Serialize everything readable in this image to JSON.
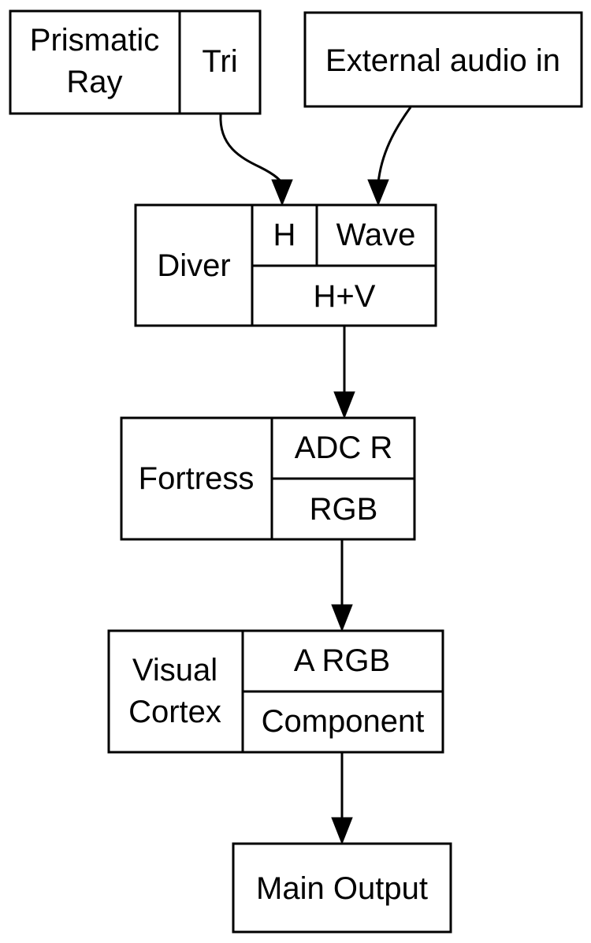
{
  "nodes": {
    "prismatic_ray": {
      "name_lines": [
        "Prismatic",
        "Ray"
      ],
      "port_tri": "Tri"
    },
    "external_audio": {
      "label": "External audio in"
    },
    "diver": {
      "name": "Diver",
      "port_h": "H",
      "port_wave": "Wave",
      "port_hv": "H+V"
    },
    "fortress": {
      "name": "Fortress",
      "port_adc_r": "ADC R",
      "port_rgb": "RGB"
    },
    "visual_cortex": {
      "name_lines": [
        "Visual",
        "Cortex"
      ],
      "port_a_rgb": "A RGB",
      "port_component": "Component"
    },
    "main_output": {
      "label": "Main Output"
    }
  },
  "edges": [
    {
      "from": "Prismatic Ray: Tri",
      "to": "Diver: H"
    },
    {
      "from": "External audio in",
      "to": "Diver: Wave"
    },
    {
      "from": "Diver: H+V",
      "to": "Fortress: ADC R"
    },
    {
      "from": "Fortress: RGB",
      "to": "Visual Cortex: A RGB"
    },
    {
      "from": "Visual Cortex: Component",
      "to": "Main Output"
    }
  ],
  "colors": {
    "stroke": "#000000",
    "background": "#ffffff"
  }
}
